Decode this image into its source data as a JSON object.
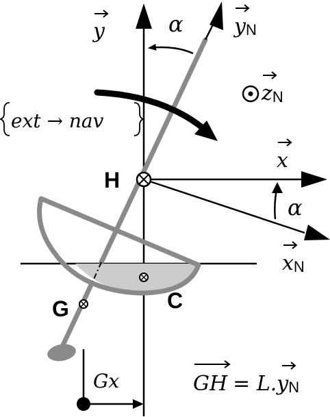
{
  "labels": {
    "y": "y",
    "y_n": "y",
    "y_n_sub": "N",
    "alpha_top": "α",
    "z_n": "z",
    "z_n_sub": "N",
    "ext_nav": "ext → nav",
    "h": "H",
    "x": "x",
    "alpha_right": "α",
    "x_n": "x",
    "x_n_sub": "N",
    "g": "G",
    "c": "C",
    "gx": "Gx",
    "gh_formula_lhs": "GH",
    "gh_formula_rhs": "= L.",
    "gh_formula_y": "y",
    "gh_formula_sub": "N"
  },
  "colors": {
    "ink": "#000000",
    "mast": "#8a8a8a",
    "hull_fill": "#cccccc"
  }
}
